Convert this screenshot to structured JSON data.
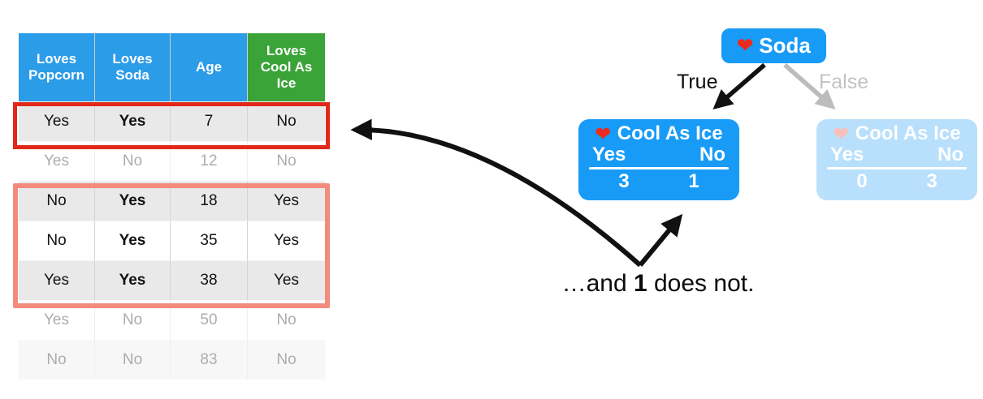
{
  "colors": {
    "header_blue": "#2b9ce8",
    "header_green": "#3ba438",
    "node_blue": "#189bf6",
    "highlight_red": "#e0291a",
    "highlight_pink": "#f28b7d",
    "row_gray": "#e9e9e9",
    "arrow_black": "#111111",
    "arrow_gray": "#bcbcbc"
  },
  "table": {
    "headers": [
      "Loves Popcorn",
      "Loves Soda",
      "Age",
      "Loves Cool As Ice"
    ],
    "rows": [
      {
        "cells": [
          "Yes",
          "Yes",
          "7",
          "No"
        ]
      },
      {
        "cells": [
          "Yes",
          "No",
          "12",
          "No"
        ]
      },
      {
        "cells": [
          "No",
          "Yes",
          "18",
          "Yes"
        ]
      },
      {
        "cells": [
          "No",
          "Yes",
          "35",
          "Yes"
        ]
      },
      {
        "cells": [
          "Yes",
          "Yes",
          "38",
          "Yes"
        ]
      },
      {
        "cells": [
          "Yes",
          "No",
          "50",
          "No"
        ]
      },
      {
        "cells": [
          "No",
          "No",
          "83",
          "No"
        ]
      }
    ]
  },
  "tree": {
    "root": {
      "icon": "❤",
      "label": "Soda"
    },
    "branches": {
      "true_label": "True",
      "false_label": "False"
    },
    "left_node": {
      "icon": "❤",
      "title": "Cool As Ice",
      "yes_label": "Yes",
      "no_label": "No",
      "yes_count": "3",
      "no_count": "1"
    },
    "right_node": {
      "icon": "❤",
      "title": "Cool As Ice",
      "yes_label": "Yes",
      "no_label": "No",
      "yes_count": "0",
      "no_count": "3"
    }
  },
  "caption": {
    "prefix": "…and ",
    "bold": "1",
    "suffix": " does not."
  }
}
